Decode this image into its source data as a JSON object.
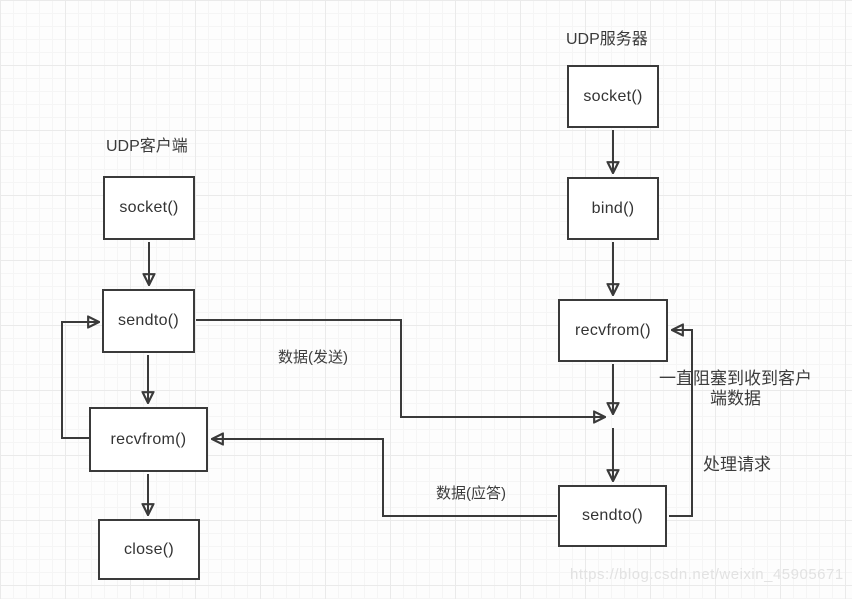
{
  "diagram": {
    "client": {
      "title": "UDP客户端",
      "nodes": [
        {
          "label": "socket()"
        },
        {
          "label": "sendto()"
        },
        {
          "label": "recvfrom()"
        },
        {
          "label": "close()"
        }
      ]
    },
    "server": {
      "title": "UDP服务器",
      "nodes": [
        {
          "label": "socket()"
        },
        {
          "label": "bind()"
        },
        {
          "label": "recvfrom()"
        },
        {
          "label": "sendto()"
        }
      ]
    },
    "edge_labels": {
      "data_send": "数据(发送)",
      "data_reply": "数据(应答)",
      "block_note_line1": "一直阻塞到收到客户",
      "block_note_line2": "端数据",
      "process_request": "处理请求"
    },
    "watermark": "https://blog.csdn.net/weixin_45905671",
    "colors": {
      "line": "#3a3a3a",
      "node_border": "#3a3a3a",
      "node_text": "#333333",
      "watermark": "#e2e2e2"
    }
  }
}
